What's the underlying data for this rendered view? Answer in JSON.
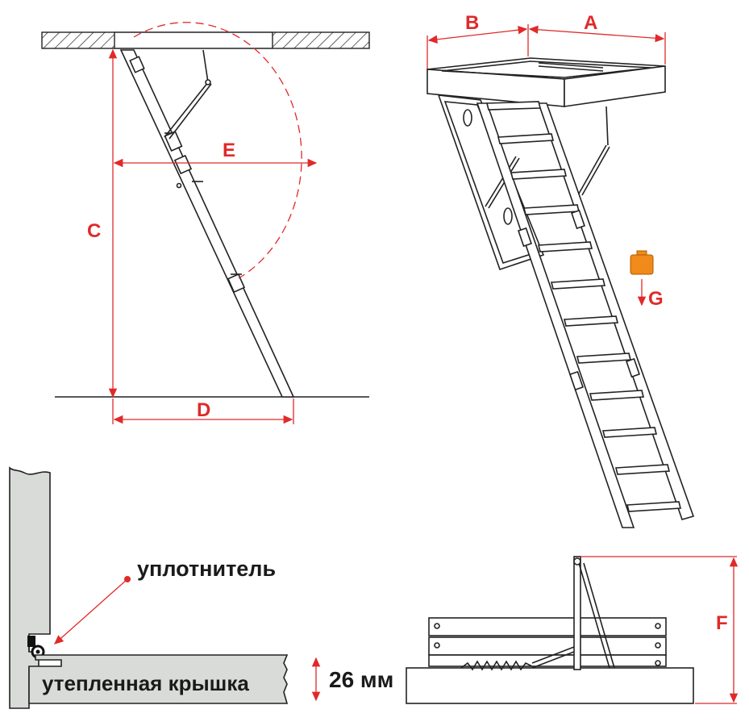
{
  "colors": {
    "dimension": "#e02a2a",
    "line": "#222222",
    "seal_panel": "#d9dbd9",
    "weight_icon": "#f08a1a"
  },
  "side_view": {
    "labels": {
      "height": "C",
      "floor_length": "D",
      "swing_radius": "E"
    }
  },
  "iso_view": {
    "labels": {
      "hatch_width": "B",
      "hatch_length": "A",
      "load": "G"
    },
    "icons": [
      "weight-icon"
    ]
  },
  "hatch_view": {
    "labels": {
      "box_height": "F"
    }
  },
  "seal_detail": {
    "seal_label": "уплотнитель",
    "lid_label": "утепленная крышка",
    "thickness": "26 мм"
  }
}
